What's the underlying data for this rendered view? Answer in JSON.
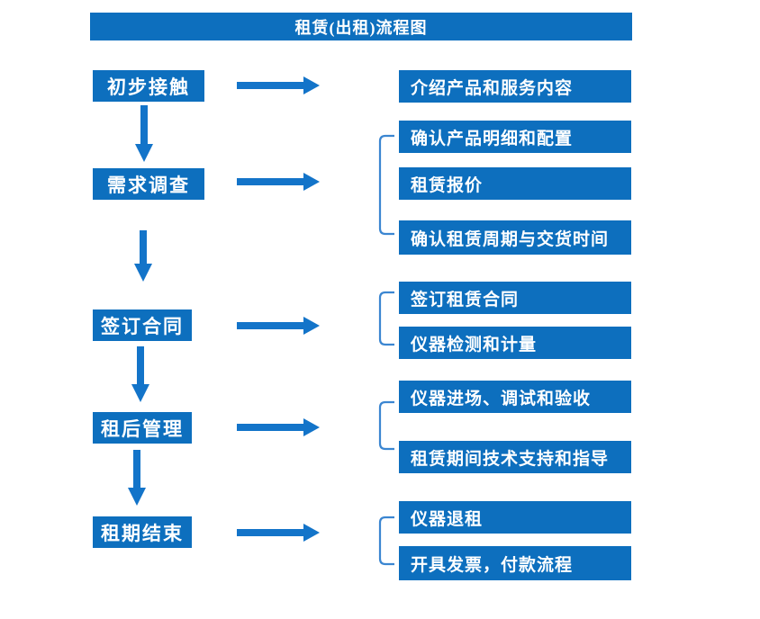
{
  "title": "租赁(出租)流程图",
  "colors": {
    "primary_blue": "#0d6fbe",
    "arrow_blue": "#1374c9",
    "bracket_blue": "#3b86d1",
    "text_on_blue": "#ffffff",
    "background": "#ffffff"
  },
  "flow": {
    "steps": [
      {
        "label": "初步接触",
        "details": [
          "介绍产品和服务内容"
        ]
      },
      {
        "label": "需求调查",
        "details": [
          "确认产品明细和配置",
          "租赁报价",
          "确认租赁周期与交货时间"
        ]
      },
      {
        "label": "签订合同",
        "details": [
          "签订租赁合同",
          "仪器检测和计量"
        ]
      },
      {
        "label": "租后管理",
        "details": [
          "仪器进场、调试和验收",
          "租赁期间技术支持和指导"
        ]
      },
      {
        "label": "租期结束",
        "details": [
          "仪器退租",
          "开具发票，付款流程"
        ]
      }
    ]
  }
}
